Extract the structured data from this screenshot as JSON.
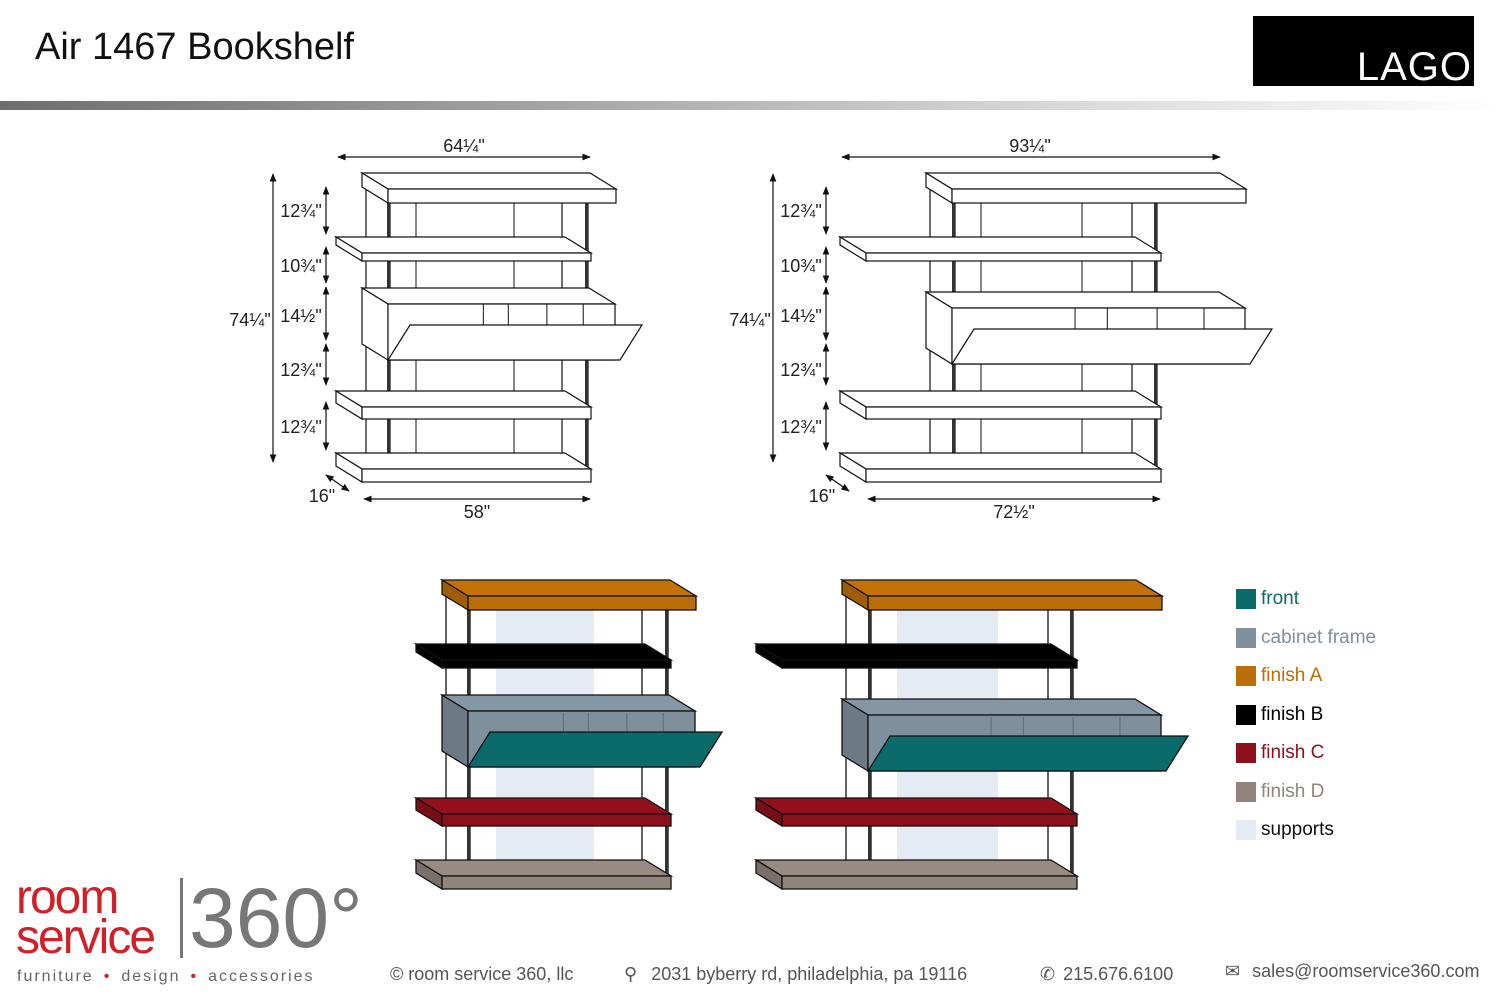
{
  "title": "Air 1467 Bookshelf",
  "brand_logo": "LAGO",
  "drawings": {
    "small": {
      "width_top": "64¼\"",
      "width_bottom": "58\"",
      "depth": "16\"",
      "height_total": "74¼\"",
      "segments": [
        "12¾\"",
        "10¾\"",
        "14½\"",
        "12¾\"",
        "12¾\""
      ]
    },
    "large": {
      "width_top": "93¼\"",
      "width_bottom": "72½\"",
      "depth": "16\"",
      "height_total": "74¼\"",
      "segments": [
        "12¾\"",
        "10¾\"",
        "14½\"",
        "12¾\"",
        "12¾\""
      ]
    }
  },
  "legend": [
    {
      "label": "front",
      "color": "#0b6b6a"
    },
    {
      "label": "cabinet frame",
      "color": "#7f8f9c"
    },
    {
      "label": "finish A",
      "color": "#bb6d07"
    },
    {
      "label": "finish B",
      "color": "#000000"
    },
    {
      "label": "finish C",
      "color": "#8e0f1c"
    },
    {
      "label": "finish D",
      "color": "#90847c"
    },
    {
      "label": "supports",
      "color": "#e4ebf2"
    }
  ],
  "footer": {
    "logo_room": "room",
    "logo_service": "service",
    "logo_360": "360°",
    "tagline": [
      "furniture",
      "design",
      "accessories"
    ],
    "tagline_dot": "•",
    "copyright": "© room service 360, llc",
    "address": "2031 byberry rd, philadelphia, pa 19116",
    "phone": "215.676.6100",
    "email": "sales@roomservice360.com"
  }
}
